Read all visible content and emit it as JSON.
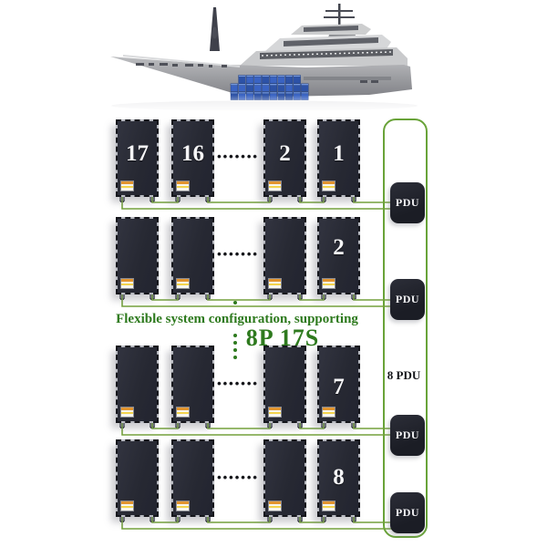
{
  "colors": {
    "wire_green": "#74a13c",
    "panel_border_green": "#69a339",
    "caption_green": "#2e7a1e",
    "module_body": "#272933",
    "pdu_body": "#1b1d25",
    "container_blue": "#3a63c2"
  },
  "caption": {
    "line1": "Flexible system configuration, supporting",
    "line2": "8P 17S"
  },
  "ellipsis": "•••••••",
  "pdu_panel": {
    "count_label": "8 PDU",
    "units": [
      {
        "label": "PDU"
      },
      {
        "label": "PDU"
      },
      {
        "label": "PDU"
      },
      {
        "label": "PDU"
      }
    ]
  },
  "rows": [
    {
      "modules": [
        {
          "number": "17"
        },
        {
          "number": "16"
        },
        {
          "number": "2"
        },
        {
          "number": "1"
        }
      ]
    },
    {
      "modules": [
        {
          "number": ""
        },
        {
          "number": ""
        },
        {
          "number": ""
        },
        {
          "number": "2"
        }
      ]
    },
    {
      "modules": [
        {
          "number": ""
        },
        {
          "number": ""
        },
        {
          "number": ""
        },
        {
          "number": "7"
        }
      ]
    },
    {
      "modules": [
        {
          "number": ""
        },
        {
          "number": ""
        },
        {
          "number": ""
        },
        {
          "number": "8"
        }
      ]
    }
  ]
}
